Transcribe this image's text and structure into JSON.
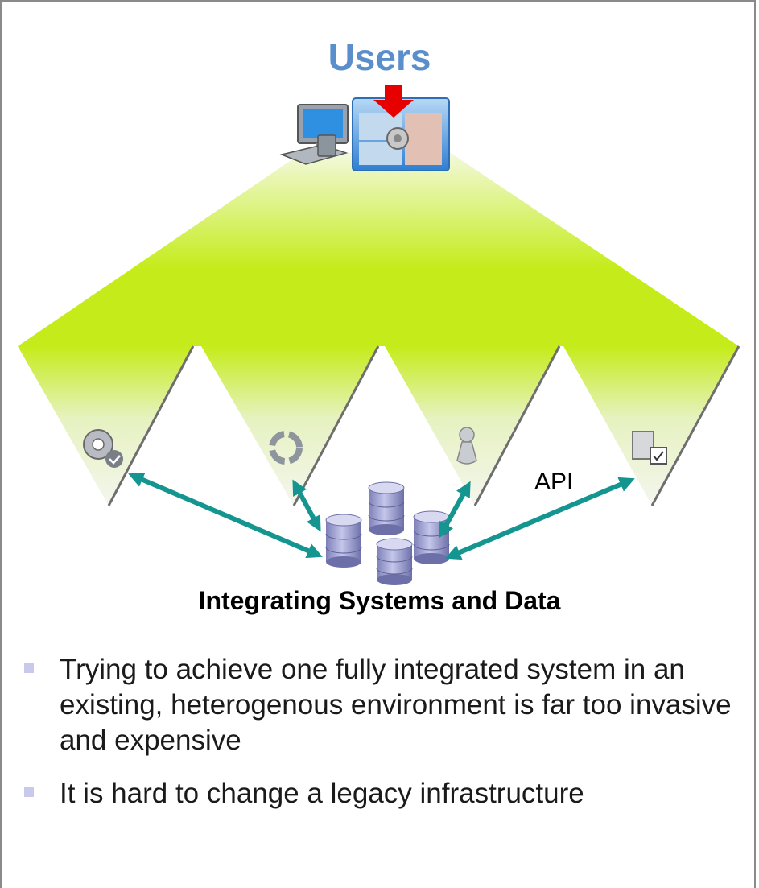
{
  "header": {
    "title": "Users"
  },
  "diagram": {
    "api_label": "API",
    "caption": "Integrating Systems and Data",
    "icons": [
      "desktop-computer-icon",
      "application-window-gear-icon",
      "gear-check-icon",
      "refresh-cycle-icon",
      "user-pawn-icon",
      "document-check-icon",
      "database-stack-icon"
    ],
    "colors": {
      "accent_green": "#c5ec1a",
      "arrow_teal": "#14958f",
      "title_blue": "#5b8fcb",
      "red_arrow": "#e60000"
    }
  },
  "bullets": [
    "Trying to achieve one fully integrated system in an existing, heterogenous environment is far too invasive and expensive",
    "It is hard to change a legacy infrastructure"
  ]
}
